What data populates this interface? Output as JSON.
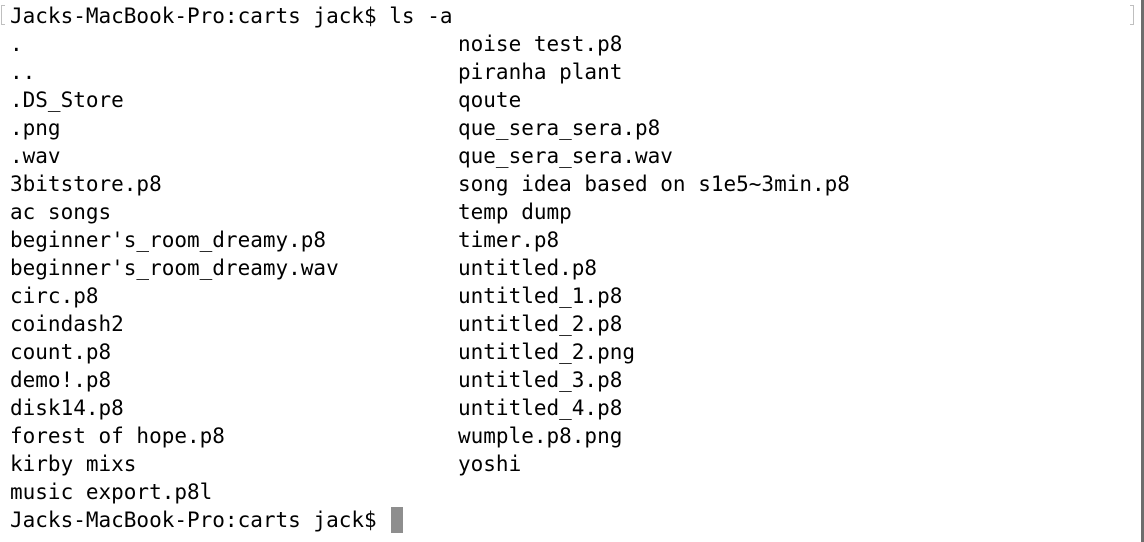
{
  "command_line": "Jacks-MacBook-Pro:carts jack$ ls -a",
  "listing": {
    "left": [
      ".",
      "..",
      ".DS_Store",
      ".png",
      ".wav",
      "3bitstore.p8",
      "ac songs",
      "beginner's_room_dreamy.p8",
      "beginner's_room_dreamy.wav",
      "circ.p8",
      "coindash2",
      "count.p8",
      "demo!.p8",
      "disk14.p8",
      "forest of hope.p8",
      "kirby mixs",
      "music export.p8l"
    ],
    "right": [
      "noise test.p8",
      "piranha plant",
      "qoute",
      "que_sera_sera.p8",
      "que_sera_sera.wav",
      "song idea based on s1e5~3min.p8",
      "temp dump",
      "timer.p8",
      "untitled.p8",
      "untitled_1.p8",
      "untitled_2.p8",
      "untitled_2.png",
      "untitled_3.p8",
      "untitled_4.p8",
      "wumple.p8.png",
      "yoshi"
    ]
  },
  "prompt": "Jacks-MacBook-Pro:carts jack$",
  "colors": {
    "background": "#ffffff",
    "text": "#000000",
    "cursor": "#8e8e8e"
  }
}
